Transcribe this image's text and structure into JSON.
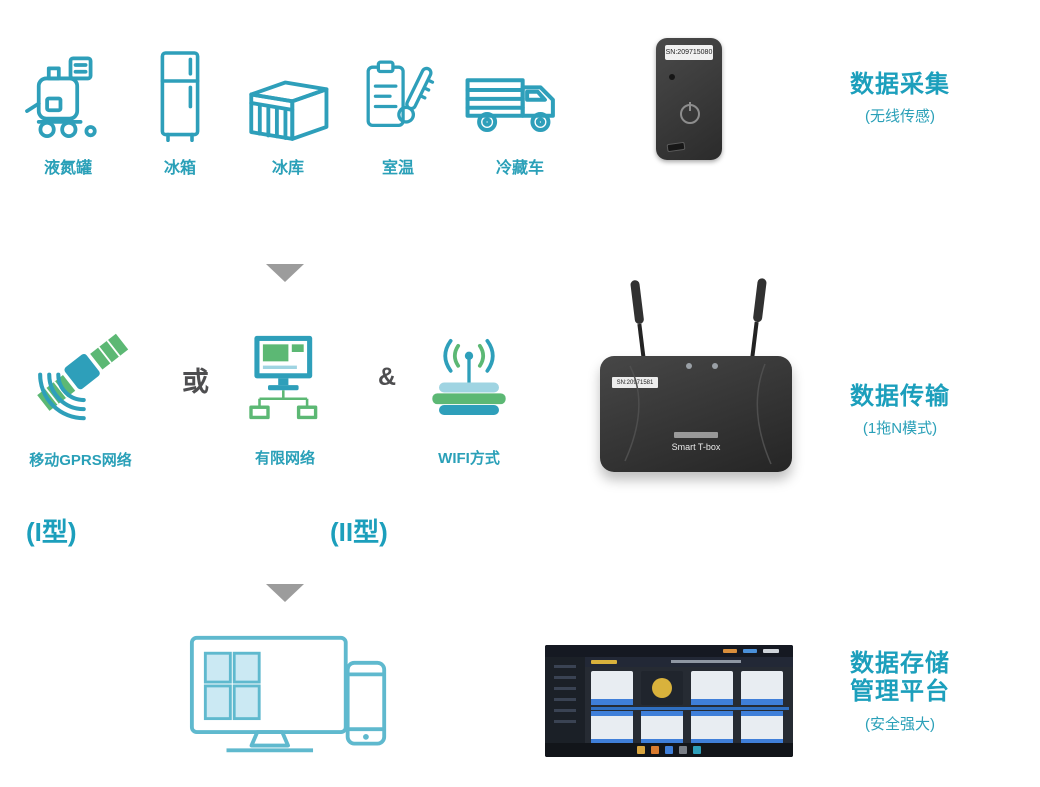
{
  "colors": {
    "teal": "#2E9FBA",
    "teal_text": "#1C9FBC",
    "green": "#5CB874",
    "arrow_gray": "#9C9C9C",
    "device_dark": "#3A3A3A"
  },
  "section_collect": {
    "assets": [
      {
        "label": "液氮罐"
      },
      {
        "label": "冰箱"
      },
      {
        "label": "冰库"
      },
      {
        "label": "室温"
      },
      {
        "label": "冷藏车"
      }
    ],
    "device_sn": "SN:209715080",
    "heading": "数据采集",
    "subheading": "(无线传感)"
  },
  "section_transmit": {
    "gprs_label": "移动GPRS网络",
    "or_label": "或",
    "wired_label": "有限网络",
    "amp_label": "&",
    "wifi_label": "WIFI方式",
    "device_sn": "SN:20971581",
    "device_name": "Smart T-box",
    "heading": "数据传输",
    "subheading": "(1拖N模式)",
    "type1_label": "(I型)",
    "type2_label": "(II型)"
  },
  "section_storage": {
    "heading_line1": "数据存储",
    "heading_line2": "管理平台",
    "subheading": "(安全强大)"
  }
}
